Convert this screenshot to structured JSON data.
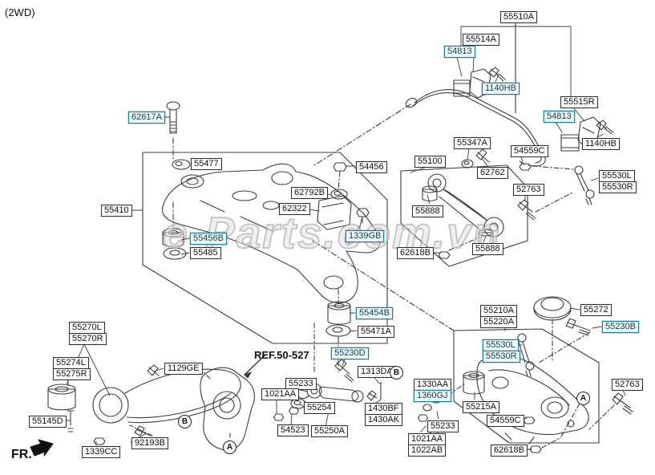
{
  "page": {
    "variant": "(2WD)",
    "watermark": "e-Parts.com.vn",
    "ref_label": "REF.50-527",
    "fr_label": "FR."
  },
  "colors": {
    "label_border": "#2b2b2b",
    "highlight_border": "#1d7f9e",
    "highlight_fill": "#eef8fb",
    "line_art": "#3c3c3c",
    "watermark_gray": "#8c8c8c"
  },
  "callouts": [
    {
      "letter": "B"
    },
    {
      "letter": "A"
    },
    {
      "letter": "B"
    },
    {
      "letter": "A"
    }
  ],
  "parts": [
    {
      "text": "62617A",
      "highlighted": true
    },
    {
      "text": "55510A",
      "highlighted": false
    },
    {
      "text": "55514A",
      "highlighted": false
    },
    {
      "text": "54813",
      "highlighted": true
    },
    {
      "text": "1140HB",
      "highlighted": true
    },
    {
      "text": "55515R",
      "highlighted": false
    },
    {
      "text": "54813",
      "highlighted": true
    },
    {
      "text": "1140HB",
      "highlighted": false
    },
    {
      "text": "55347A",
      "highlighted": false
    },
    {
      "text": "54559C",
      "highlighted": false
    },
    {
      "text": "55100",
      "highlighted": false
    },
    {
      "text": "62762",
      "highlighted": false
    },
    {
      "text": "55530L",
      "highlighted": false
    },
    {
      "text": "55530R",
      "highlighted": false
    },
    {
      "text": "52763",
      "highlighted": false
    },
    {
      "text": "55888",
      "highlighted": false
    },
    {
      "text": "55888",
      "highlighted": false
    },
    {
      "text": "62618B",
      "highlighted": false
    },
    {
      "text": "55477",
      "highlighted": false
    },
    {
      "text": "55410",
      "highlighted": false
    },
    {
      "text": "55456B",
      "highlighted": true
    },
    {
      "text": "55485",
      "highlighted": false
    },
    {
      "text": "54456",
      "highlighted": false
    },
    {
      "text": "62792B",
      "highlighted": false
    },
    {
      "text": "62322",
      "highlighted": false
    },
    {
      "text": "1339GB",
      "highlighted": true
    },
    {
      "text": "55454B",
      "highlighted": true
    },
    {
      "text": "55471A",
      "highlighted": false
    },
    {
      "text": "55230D",
      "highlighted": true
    },
    {
      "text": "1313DA",
      "highlighted": false
    },
    {
      "text": "55233",
      "highlighted": false
    },
    {
      "text": "1021AA",
      "highlighted": false
    },
    {
      "text": "55254",
      "highlighted": false
    },
    {
      "text": "1430BF",
      "highlighted": false
    },
    {
      "text": "1430AK",
      "highlighted": false
    },
    {
      "text": "54523",
      "highlighted": false
    },
    {
      "text": "55250A",
      "highlighted": false
    },
    {
      "text": "55270L",
      "highlighted": false
    },
    {
      "text": "55270R",
      "highlighted": false
    },
    {
      "text": "55274L",
      "highlighted": false
    },
    {
      "text": "55275R",
      "highlighted": false
    },
    {
      "text": "1129GE",
      "highlighted": false
    },
    {
      "text": "55145D",
      "highlighted": false
    },
    {
      "text": "92193B",
      "highlighted": false
    },
    {
      "text": "1339CC",
      "highlighted": false
    },
    {
      "text": "55210A",
      "highlighted": false
    },
    {
      "text": "55220A",
      "highlighted": false
    },
    {
      "text": "55272",
      "highlighted": false
    },
    {
      "text": "55230B",
      "highlighted": true
    },
    {
      "text": "55530L",
      "highlighted": true
    },
    {
      "text": "55530R",
      "highlighted": true
    },
    {
      "text": "52763",
      "highlighted": false
    },
    {
      "text": "1330AA",
      "highlighted": false
    },
    {
      "text": "1360GJ",
      "highlighted": true
    },
    {
      "text": "55215A",
      "highlighted": false
    },
    {
      "text": "55233",
      "highlighted": false
    },
    {
      "text": "54559C",
      "highlighted": false
    },
    {
      "text": "1021AA",
      "highlighted": false
    },
    {
      "text": "1022AB",
      "highlighted": false
    },
    {
      "text": "62618B",
      "highlighted": false
    }
  ]
}
